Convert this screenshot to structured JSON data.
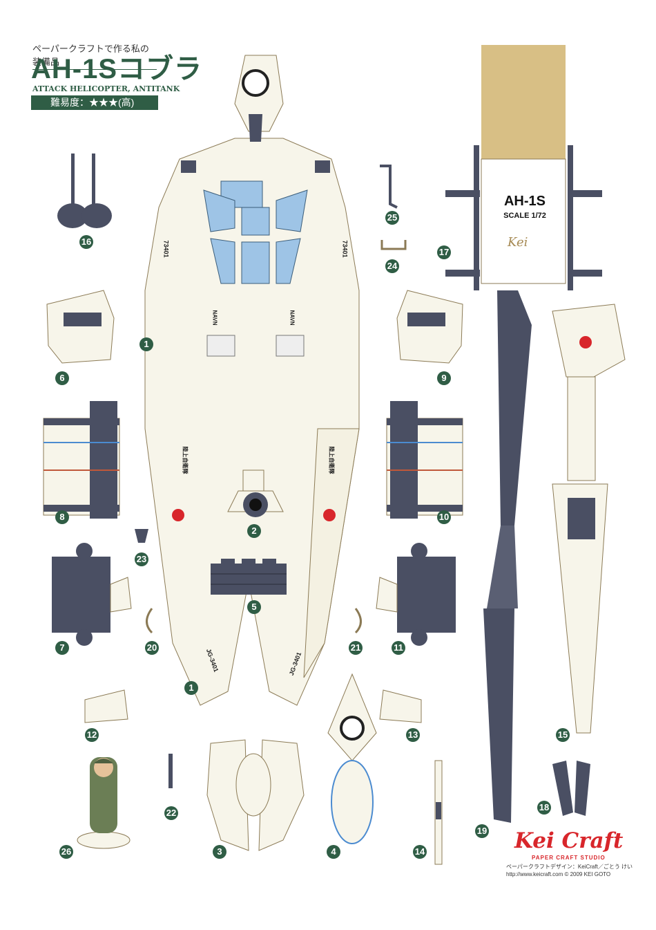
{
  "header": {
    "subtitle": "ペーパークラフトで作る私の装備品",
    "title": "AH-1Sコブラ",
    "english": "ATTACK HELICOPTER, ANTITANK",
    "difficulty": "難易度：★★★(高)"
  },
  "box": {
    "name": "AH-1S",
    "scale": "SCALE 1/72",
    "signature": "Kei"
  },
  "markings": {
    "tail_left": "73401",
    "tail_right": "73401",
    "serial_left": "JG-3401",
    "serial_right": "JG-3401",
    "army": "陸上自衛隊",
    "nav": "NAVN"
  },
  "part_numbers": [
    "1",
    "2",
    "3",
    "4",
    "5",
    "6",
    "7",
    "8",
    "9",
    "10",
    "11",
    "12",
    "13",
    "14",
    "15",
    "16",
    "17",
    "18",
    "19",
    "20",
    "21",
    "22",
    "23",
    "24",
    "25",
    "26"
  ],
  "brand": {
    "logo": "Kei Craft",
    "studio": "PAPER CRAFT STUDIO",
    "credit": "ペーパークラフトデザイン：KeiCraft／ごとう けい",
    "url_copyright": "http://www.keicraft.com  © 2009 KEI GOTO"
  },
  "colors": {
    "accent_green": "#2f5d45",
    "brand_red": "#d8262b",
    "fuselage": "#f7f5ea",
    "panel_dark": "#4a4f63",
    "canopy": "#9ec4e6",
    "tan": "#d8bf85"
  }
}
